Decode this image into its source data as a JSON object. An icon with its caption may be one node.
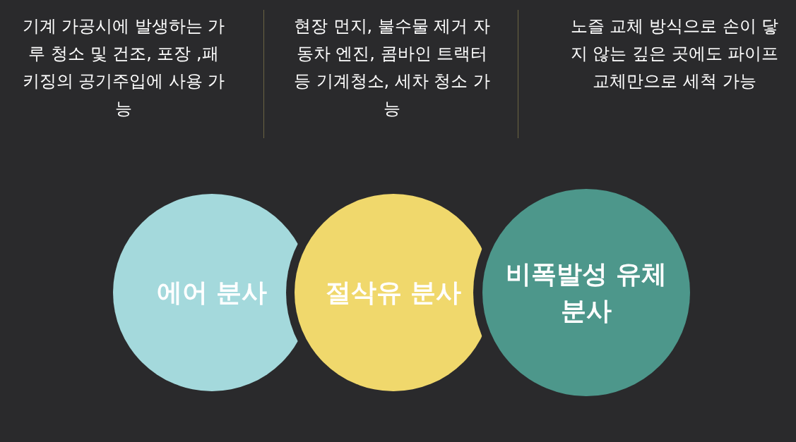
{
  "diagram": {
    "nodes": [
      {
        "text": [
          "에어 분사"
        ]
      },
      {
        "text": [
          "절삭유 분사"
        ]
      },
      {
        "text": [
          "비폭발성 유체 분사"
        ]
      }
    ],
    "labels": [
      "기계 가공시에 발생하는 가루 청소 및 건조, 포장 ,패키징의 공기주입에 사용 가능",
      "현장 먼지, 불수물 제거 자동차 엔진, 콤바인 트랙터 등 기계청소, 세차 청소 가능",
      "노즐 교체 방식으로 손이 닿지 않는 깊은 곳에도 파이프 교체만으로 세척 가능"
    ]
  }
}
